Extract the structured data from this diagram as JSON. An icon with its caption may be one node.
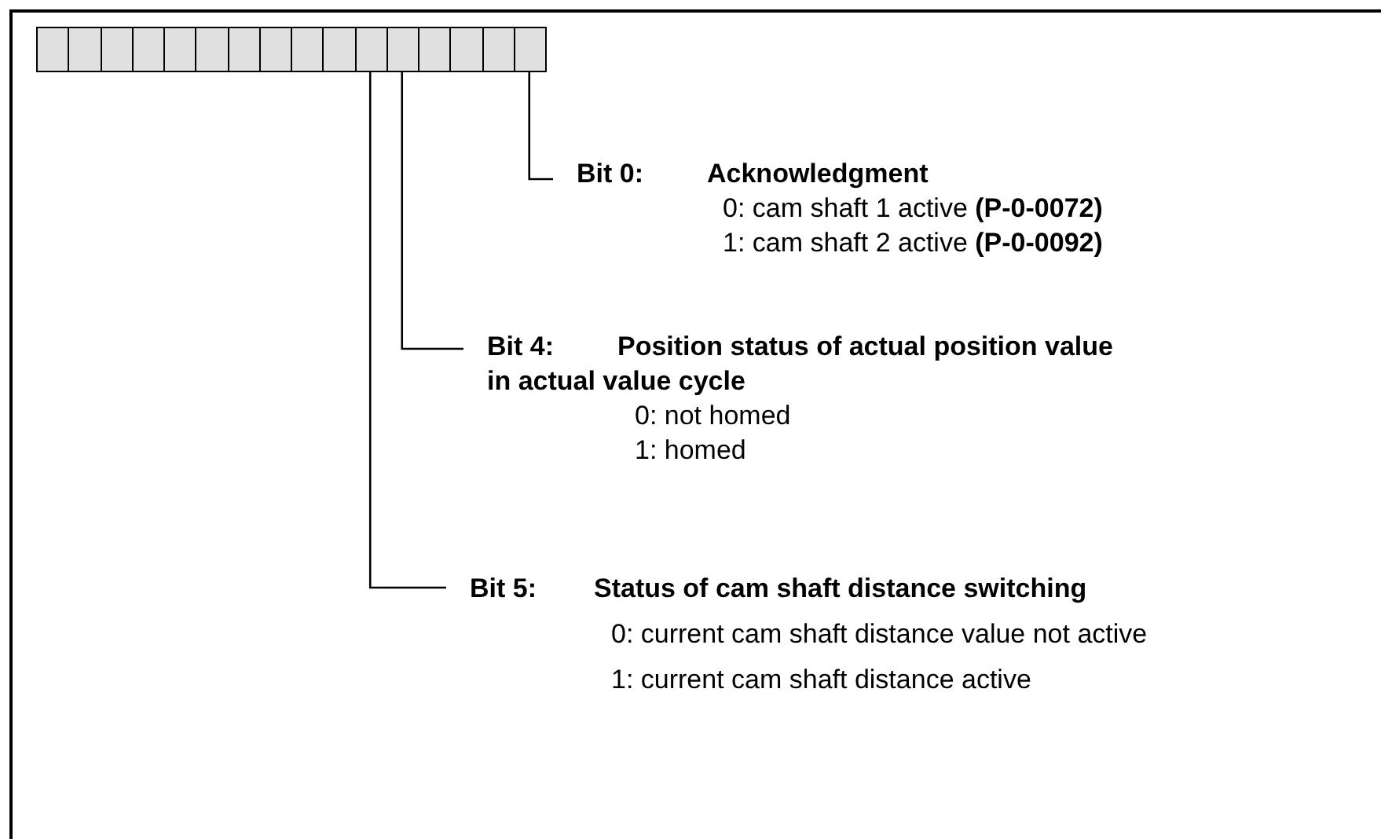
{
  "diagram": {
    "nodes": [
      {
        "text": [],
        "shape": "box"
      },
      {
        "text": [],
        "shape": "box"
      },
      {
        "text": [],
        "shape": "box"
      },
      {
        "text": [],
        "shape": "box"
      },
      {
        "text": [],
        "shape": "box"
      },
      {
        "text": [],
        "shape": "box"
      },
      {
        "text": [],
        "shape": "box"
      },
      {
        "text": [],
        "shape": "box"
      },
      {
        "text": [],
        "shape": "box"
      },
      {
        "text": [],
        "shape": "box"
      },
      {
        "text": [],
        "shape": "box"
      },
      {
        "text": [],
        "shape": "box"
      },
      {
        "text": [],
        "shape": "box"
      },
      {
        "text": [],
        "shape": "box"
      },
      {
        "text": [],
        "shape": "box"
      },
      {
        "text": [],
        "shape": "box"
      },
      {
        "text": [
          "Bit 0:",
          "Acknowledgment",
          "0: cam shaft 1 active **(P-0-0072)**",
          "1: cam shaft 2 active **(P-0-0092)**"
        ]
      },
      {
        "text": [
          "Bit 4:",
          "Position status of actual position value in actual value cycle",
          "0: not homed",
          "1: homed"
        ]
      },
      {
        "text": [
          "Bit 5:",
          "Status of cam shaft distance switching",
          "0: current cam shaft distance value not active",
          "1: current cam shaft distance active"
        ]
      }
    ],
    "edges": [
      {
        "from": 15,
        "to": 16,
        "arrow": "none"
      },
      {
        "from": 11,
        "to": 17,
        "arrow": "none"
      },
      {
        "from": 10,
        "to": 18,
        "arrow": "none"
      }
    ]
  }
}
